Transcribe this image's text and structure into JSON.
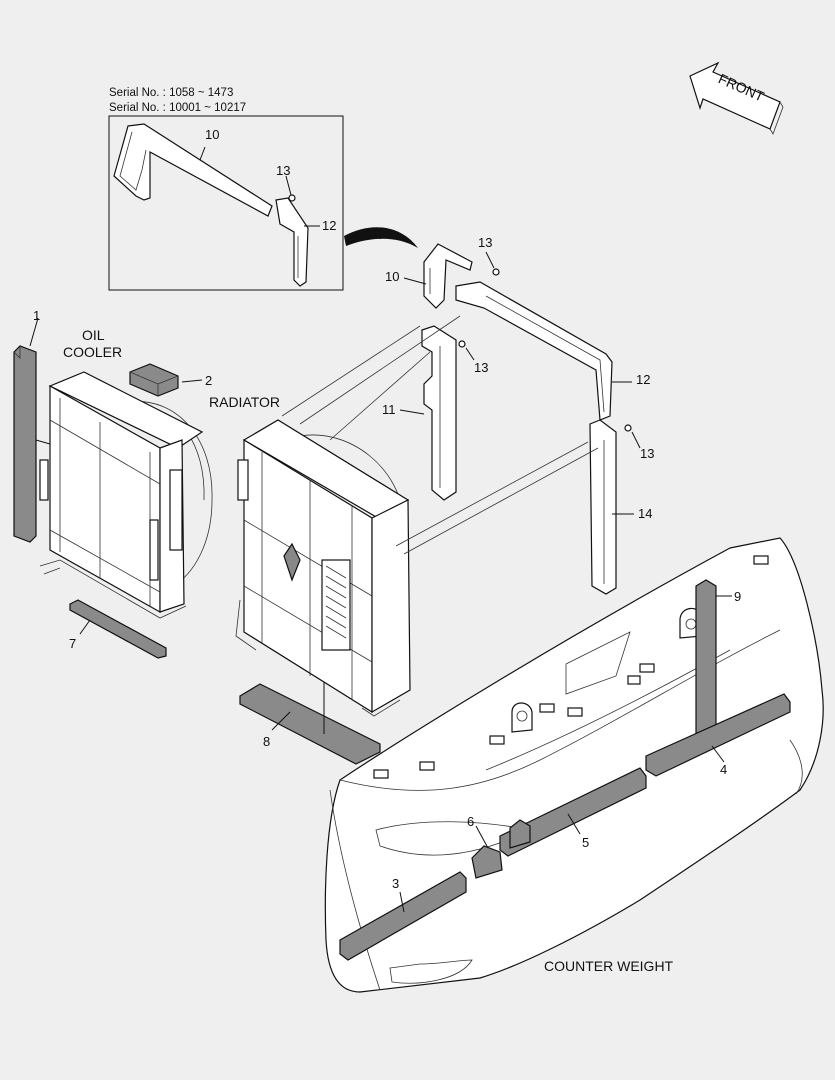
{
  "serial_lines": [
    "Serial No. : 1058 ~ 1473",
    "Serial No. : 10001 ~ 10217"
  ],
  "front_label": "FRONT",
  "captions": {
    "oil_cooler_line1": "OIL",
    "oil_cooler_line2": "COOLER",
    "radiator": "RADIATOR",
    "counter_weight": "COUNTER WEIGHT"
  },
  "part_numbers": {
    "p1": "1",
    "p2": "2",
    "p3": "3",
    "p4": "4",
    "p5": "5",
    "p6": "6",
    "p7": "7",
    "p8": "8",
    "p9": "9",
    "p10_inset": "10",
    "p10_main": "10",
    "p11": "11",
    "p12_inset": "12",
    "p12_main": "12",
    "p13_inset": "13",
    "p13_a": "13",
    "p13_b": "13",
    "p13_c": "13",
    "p14": "14"
  }
}
